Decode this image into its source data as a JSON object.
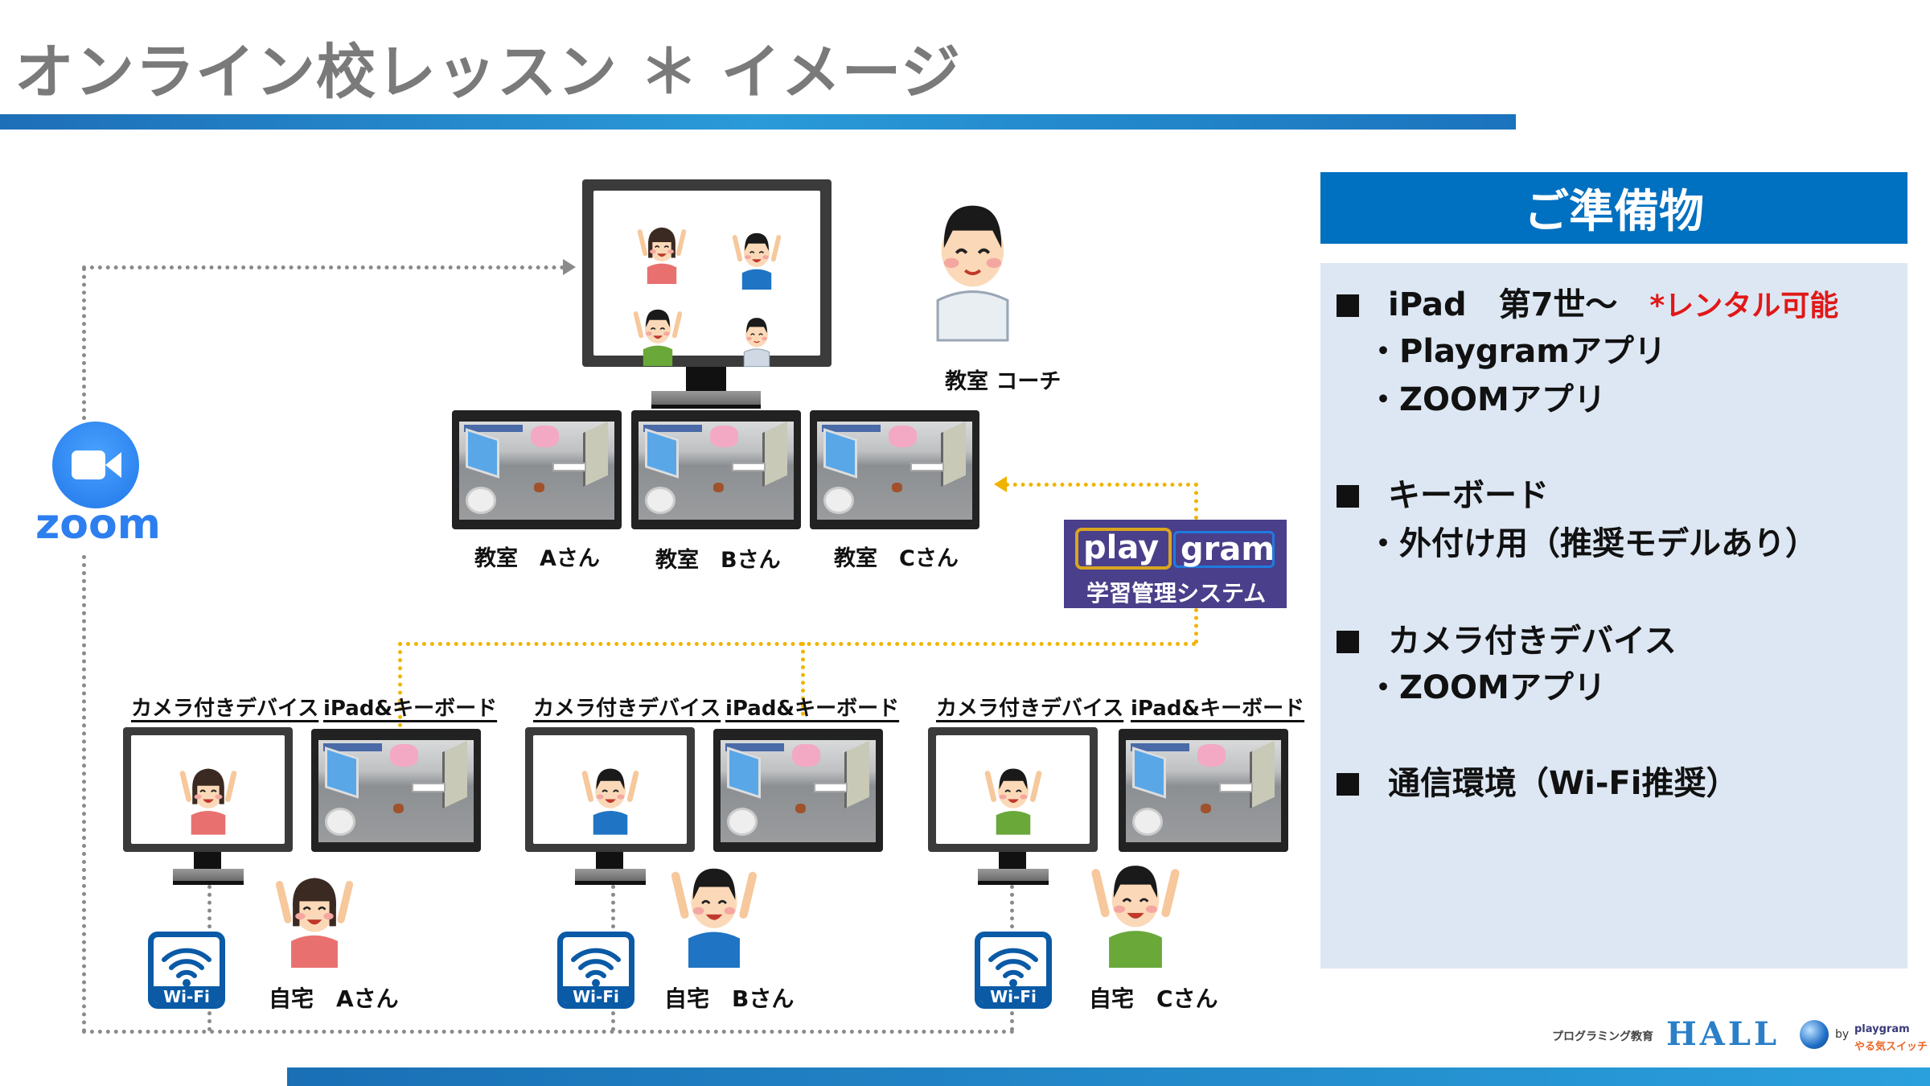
{
  "title": "オンライン校レッスン ＊ イメージ",
  "panel": {
    "heading": "ご準備物",
    "items": [
      {
        "label": "iPad　第7世～",
        "note": "*レンタル可能",
        "subs": [
          "・Playgramアプリ",
          "・ZOOMアプリ"
        ]
      },
      {
        "label": "キーボード",
        "subs": [
          "・外付け用（推奨モデルあり）"
        ]
      },
      {
        "label": "カメラ付きデバイス",
        "subs": [
          "・ZOOMアプリ"
        ]
      },
      {
        "label": "通信環境（Wi-Fi推奨）",
        "subs": []
      }
    ]
  },
  "classroom": {
    "coach_label": "教室 コーチ",
    "tablets": [
      "教室　Aさん",
      "教室　Bさん",
      "教室　Cさん"
    ]
  },
  "zoom": {
    "label": "zoom"
  },
  "playgram": {
    "logo_left": "play",
    "logo_right": "gram",
    "caption": "学習管理システム"
  },
  "homes": [
    {
      "camera_label": "カメラ付きデバイス",
      "ipad_label": "iPad&キーボード",
      "name": "自宅　Aさん",
      "shirt": "#e8716f"
    },
    {
      "camera_label": "カメラ付きデバイス",
      "ipad_label": "iPad&キーボード",
      "name": "自宅　Bさん",
      "shirt": "#1f74c4"
    },
    {
      "camera_label": "カメラ付きデバイス",
      "ipad_label": "iPad&キーボード",
      "name": "自宅　Cさん",
      "shirt": "#6aa83a"
    }
  ],
  "wifi_label": "Wi-Fi",
  "footer": {
    "prefix": "プログラミング教育",
    "brand": "HALL",
    "by": "by",
    "partner1": "playgram",
    "partner2": "やる気スイッチ"
  },
  "colors": {
    "accent": "#0070c0",
    "panel": "#dde7f3",
    "playgram_bg": "#4a3f8a",
    "connection_zoom": "#8a8a8a",
    "connection_playgram": "#f0b400"
  }
}
